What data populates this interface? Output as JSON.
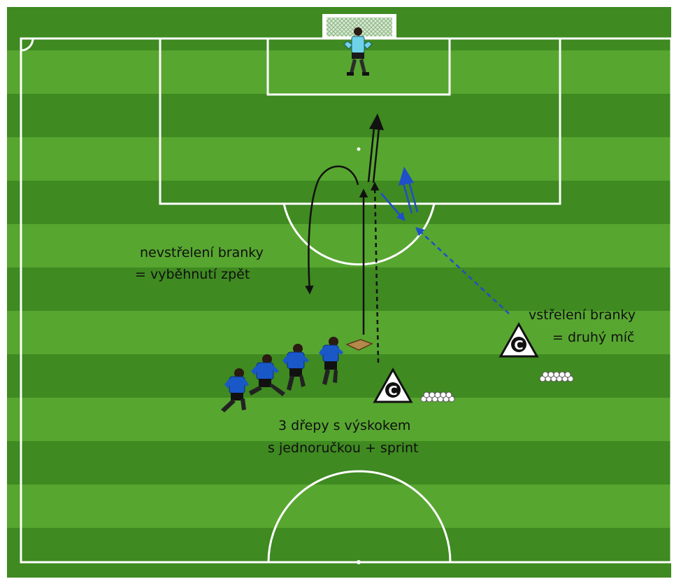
{
  "labels": {
    "miss_line1": "nevstřelení branky",
    "miss_line2": "= vyběhnutí zpět",
    "score_line1": "vstřelení branky",
    "score_line2": "= druhý míč",
    "drill_line1": "3 dřepy s výskokem",
    "drill_line2": "s jednoručkou + sprint"
  },
  "cones": [
    {
      "id": "coach-center",
      "letter": "C"
    },
    {
      "id": "coach-right",
      "letter": "C"
    }
  ],
  "colors": {
    "pitch_dark": "#3f8a21",
    "pitch_light": "#58a831",
    "line": "#ffffff",
    "arrow_black": "#111111",
    "arrow_blue": "#1f4fc9",
    "keeper_shirt": "#6ed3e8",
    "player_shirt": "#1a58c8"
  }
}
